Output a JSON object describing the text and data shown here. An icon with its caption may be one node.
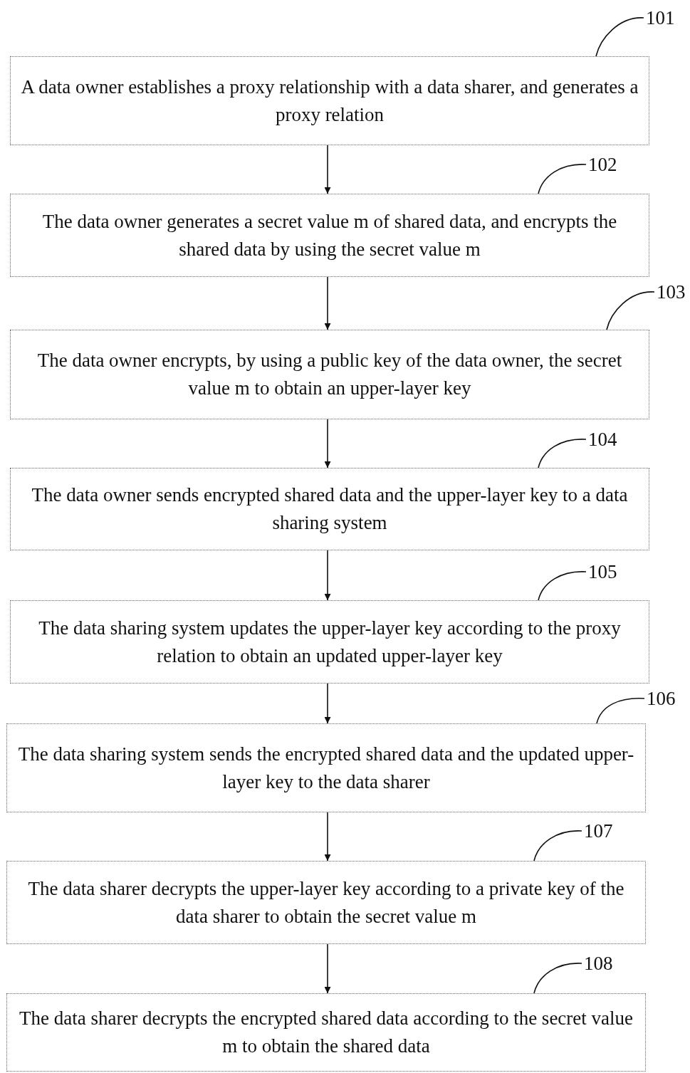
{
  "diagram": {
    "nodes": [
      {
        "text": [
          "A data owner establishes a proxy relationship with a data sharer, and generates a proxy relation"
        ]
      },
      {
        "text": [
          "The data owner generates a secret value m of shared data, and encrypts the shared data by using the secret value m"
        ]
      },
      {
        "text": [
          "The data owner encrypts, by using a public key of the data owner, the secret value m to obtain an upper-layer key"
        ]
      },
      {
        "text": [
          "The data owner sends encrypted shared data and the upper-layer key to a data sharing system"
        ]
      },
      {
        "text": [
          "The data sharing system updates the upper-layer key according to the proxy relation to obtain an updated upper-layer key"
        ]
      },
      {
        "text": [
          "The data sharing system sends the encrypted shared data and the updated upper-layer key to the data sharer"
        ]
      },
      {
        "text": [
          "The data sharer decrypts the upper-layer key according to a private key of the data sharer to obtain the secret value m"
        ]
      },
      {
        "text": [
          "The data sharer decrypts the encrypted shared data according to the secret value m to obtain the shared data"
        ]
      },
      {
        "text": [
          "101"
        ]
      },
      {
        "text": [
          "102"
        ]
      },
      {
        "text": [
          "103"
        ]
      },
      {
        "text": [
          "104"
        ]
      },
      {
        "text": [
          "105"
        ]
      },
      {
        "text": [
          "106"
        ]
      },
      {
        "text": [
          "107"
        ]
      },
      {
        "text": [
          "108"
        ]
      }
    ],
    "edges": [
      {
        "from": 0,
        "to": 1,
        "arrow": "to"
      },
      {
        "from": 1,
        "to": 2,
        "arrow": "to"
      },
      {
        "from": 2,
        "to": 3,
        "arrow": "to"
      },
      {
        "from": 3,
        "to": 4,
        "arrow": "to"
      },
      {
        "from": 4,
        "to": 5,
        "arrow": "to"
      },
      {
        "from": 5,
        "to": 6,
        "arrow": "to"
      },
      {
        "from": 6,
        "to": 7,
        "arrow": "to"
      },
      {
        "from": 8,
        "to": 0,
        "arrow": "none"
      },
      {
        "from": 9,
        "to": 1,
        "arrow": "none"
      },
      {
        "from": 10,
        "to": 2,
        "arrow": "none"
      },
      {
        "from": 11,
        "to": 3,
        "arrow": "none"
      },
      {
        "from": 12,
        "to": 4,
        "arrow": "none"
      },
      {
        "from": 13,
        "to": 5,
        "arrow": "none"
      },
      {
        "from": 14,
        "to": 6,
        "arrow": "none"
      },
      {
        "from": 15,
        "to": 7,
        "arrow": "none"
      }
    ]
  }
}
